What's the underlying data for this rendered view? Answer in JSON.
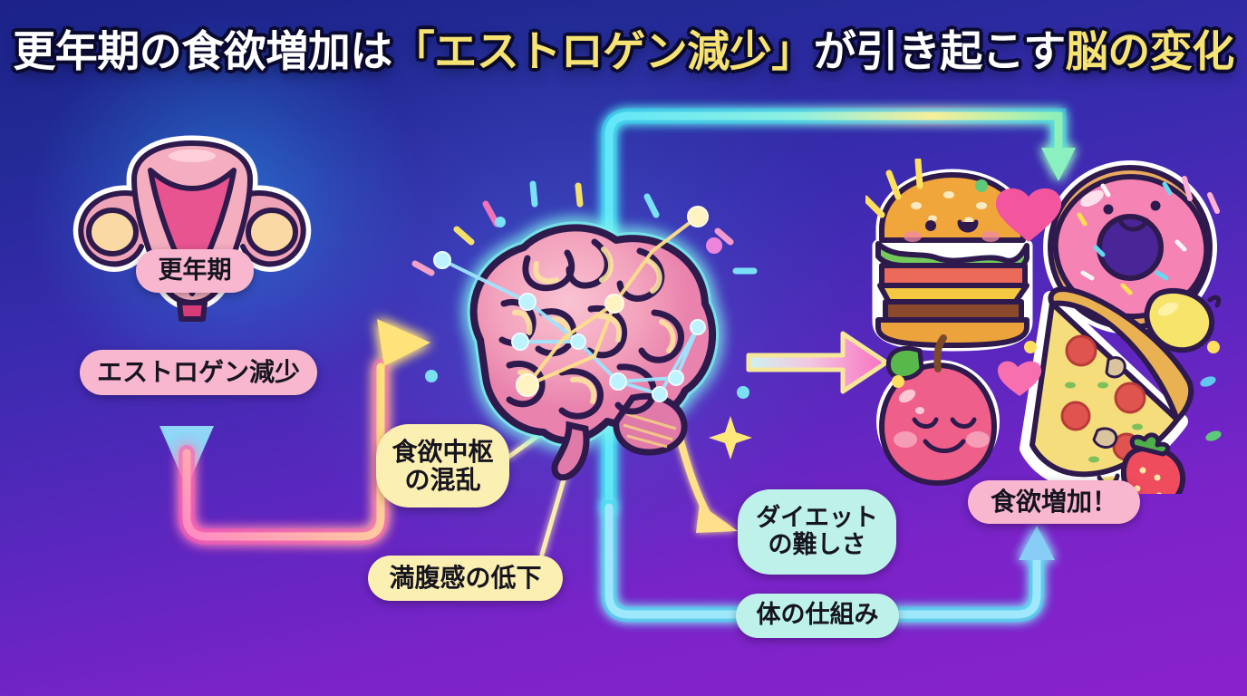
{
  "title": {
    "full": "更年期の食欲増加は「エストロゲン減少」が引き起こす脳の変化",
    "part1": "更年期の食欲増加は",
    "highlight1": "「エストロゲン減少」",
    "part2": "が引き起こす",
    "highlight2": "脳の変化",
    "color_normal": "#ffffff",
    "color_highlight": "#f7e372",
    "outline_color": "#0a0a2e"
  },
  "labels": {
    "menopause": "更年期",
    "estrogen_decline": "エストロゲン減少",
    "appetite_center_line1": "食欲中枢",
    "appetite_center_line2": "の混乱",
    "satiety_decline": "満腹感の低下",
    "diet_difficulty_line1": "ダイエット",
    "diet_difficulty_line2": "の難しさ",
    "body_mechanism": "体の仕組み",
    "appetite_increase": "食欲増加！"
  },
  "illustrations": {
    "uterus": "uterus-organ-illustration",
    "brain": "brain-neural-illustration",
    "foods": "junk-food-cluster-illustration",
    "food_items": [
      "burger",
      "donut",
      "apple",
      "pizza",
      "lemon",
      "strawberry",
      "heart",
      "heart"
    ]
  },
  "arrows": {
    "estrogen_down": "downward-gradient-arrow",
    "estrogen_to_brain": "pink-yellow-neon-elbow-arrow",
    "brain_to_food": "large-gradient-right-arrow",
    "brain_to_food_top": "cyan-yellow-neon-top-arrow",
    "food_back_to_brain": "cyan-neon-bottom-arrow",
    "brain_to_diet": "yellow-small-arrow"
  },
  "colors": {
    "background_top": "#1b2287",
    "background_bottom": "#8a22cc",
    "pill_pink": "#f8b6cf",
    "pill_yellow": "#fbefb2",
    "pill_cyan": "#bdf1ea",
    "neon_cyan": "#66e6f5",
    "neon_pink": "#ff77c6",
    "neon_yellow": "#ffe680",
    "arrow_green": "#8bf0c0",
    "brain_pink": "#f4a7bd",
    "uterus_pink": "#f0a4b8",
    "text_dark": "#16141f"
  }
}
